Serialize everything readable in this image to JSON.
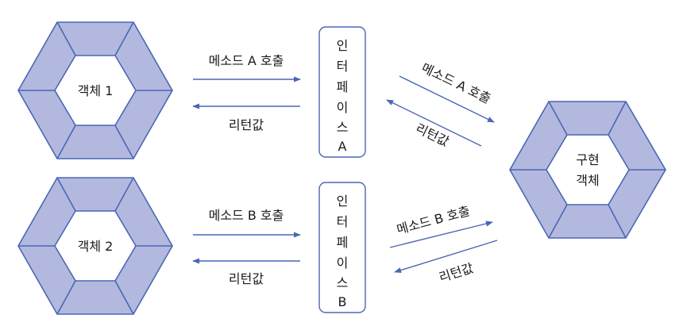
{
  "objects": [
    {
      "id": "obj1",
      "label": "객체 1"
    },
    {
      "id": "obj2",
      "label": "객체 2"
    }
  ],
  "impl": {
    "lines": [
      "구현",
      "객체"
    ]
  },
  "interfaces": [
    {
      "id": "A",
      "chars": [
        "인",
        "터",
        "페",
        "이",
        "스",
        "A"
      ]
    },
    {
      "id": "B",
      "chars": [
        "인",
        "터",
        "페",
        "이",
        "스",
        "B"
      ]
    }
  ],
  "flows": {
    "call_a": "메소드 A 호출",
    "return_a": "리턴값",
    "call_b": "메소드 B 호출",
    "return_b": "리턴값",
    "impl_call_a": "메소드 A 호출",
    "impl_return_a": "리턴값",
    "impl_call_b": "메소드 B 호출",
    "impl_return_b": "리턴값"
  },
  "colors": {
    "hex_fill": "#b3b9de",
    "stroke": "#4a66b5",
    "inner": "#ffffff"
  }
}
